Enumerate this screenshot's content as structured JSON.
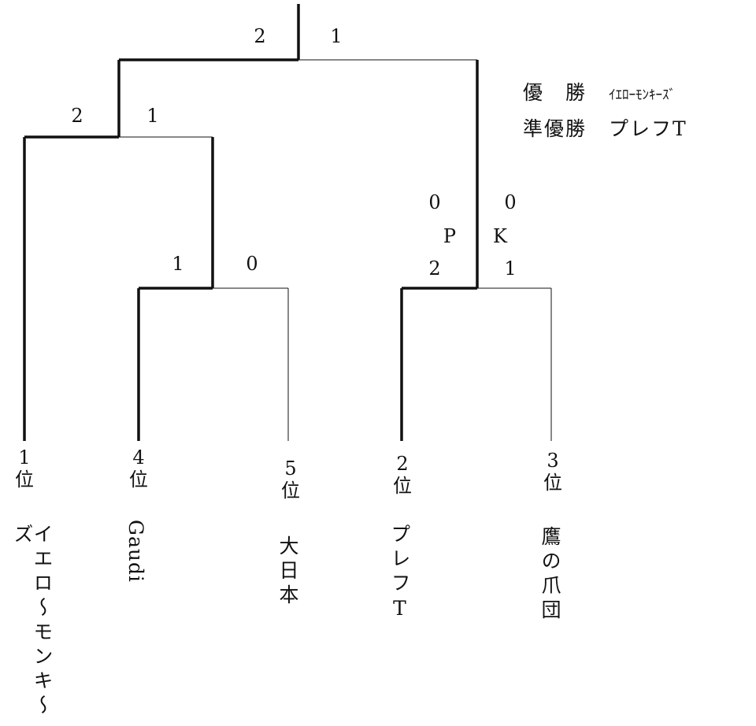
{
  "summary": {
    "winner_label": "優　勝",
    "winner_name": "ｲｴﾛｰﾓﾝｷｰｽﾞ",
    "runner_up_label": "準優勝",
    "runner_up_name": "プレフT"
  },
  "teams": [
    {
      "rank": "1",
      "rank_suffix": "位",
      "name": "イエロ～モンキ～ズ"
    },
    {
      "rank": "4",
      "rank_suffix": "位",
      "name": "Gaudi"
    },
    {
      "rank": "5",
      "rank_suffix": "位",
      "name": "大日本"
    },
    {
      "rank": "2",
      "rank_suffix": "位",
      "name": "プレフT"
    },
    {
      "rank": "3",
      "rank_suffix": "位",
      "name": "鷹の爪団"
    }
  ],
  "matches": {
    "gaudi_vs_dainippon": {
      "left": "1",
      "right": "0"
    },
    "pref_vs_taka": {
      "left": "2",
      "right": "1",
      "pk_left": "P",
      "pk_right": "K",
      "regular_left": "0",
      "regular_right": "0"
    },
    "semi": {
      "left": "2",
      "right": "1"
    },
    "final": {
      "left": "2",
      "right": "1"
    }
  },
  "colors": {
    "line": "#111111",
    "text": "#111111",
    "background": "#ffffff"
  }
}
